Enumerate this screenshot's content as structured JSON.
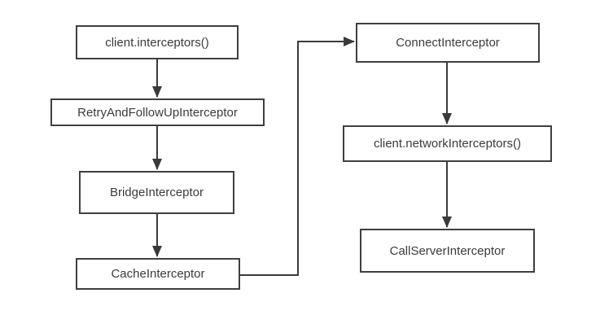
{
  "diagram": {
    "colors": {
      "node_border": "#3f3f3f",
      "node_fill": "#ffffff",
      "edge_stroke": "#3a3a3a",
      "text": "#3b3b3b",
      "background": "#ffffff"
    },
    "nodes": [
      {
        "id": "client-interceptors",
        "label": "client.interceptors()"
      },
      {
        "id": "retry-and-follow-up",
        "label": "RetryAndFollowUpInterceptor"
      },
      {
        "id": "bridge-interceptor",
        "label": "BridgeInterceptor"
      },
      {
        "id": "cache-interceptor",
        "label": "CacheInterceptor"
      },
      {
        "id": "connect-interceptor",
        "label": "ConnectInterceptor"
      },
      {
        "id": "client-network-interceptors",
        "label": "client.networkInterceptors()"
      },
      {
        "id": "call-server-interceptor",
        "label": "CallServerInterceptor"
      }
    ],
    "edges": [
      {
        "from": "client-interceptors",
        "to": "retry-and-follow-up",
        "type": "straight-down"
      },
      {
        "from": "retry-and-follow-up",
        "to": "bridge-interceptor",
        "type": "straight-down"
      },
      {
        "from": "bridge-interceptor",
        "to": "cache-interceptor",
        "type": "straight-down"
      },
      {
        "from": "cache-interceptor",
        "to": "connect-interceptor",
        "type": "elbow-right-up-right"
      },
      {
        "from": "connect-interceptor",
        "to": "client-network-interceptors",
        "type": "straight-down"
      },
      {
        "from": "client-network-interceptors",
        "to": "call-server-interceptor",
        "type": "straight-down"
      }
    ]
  }
}
